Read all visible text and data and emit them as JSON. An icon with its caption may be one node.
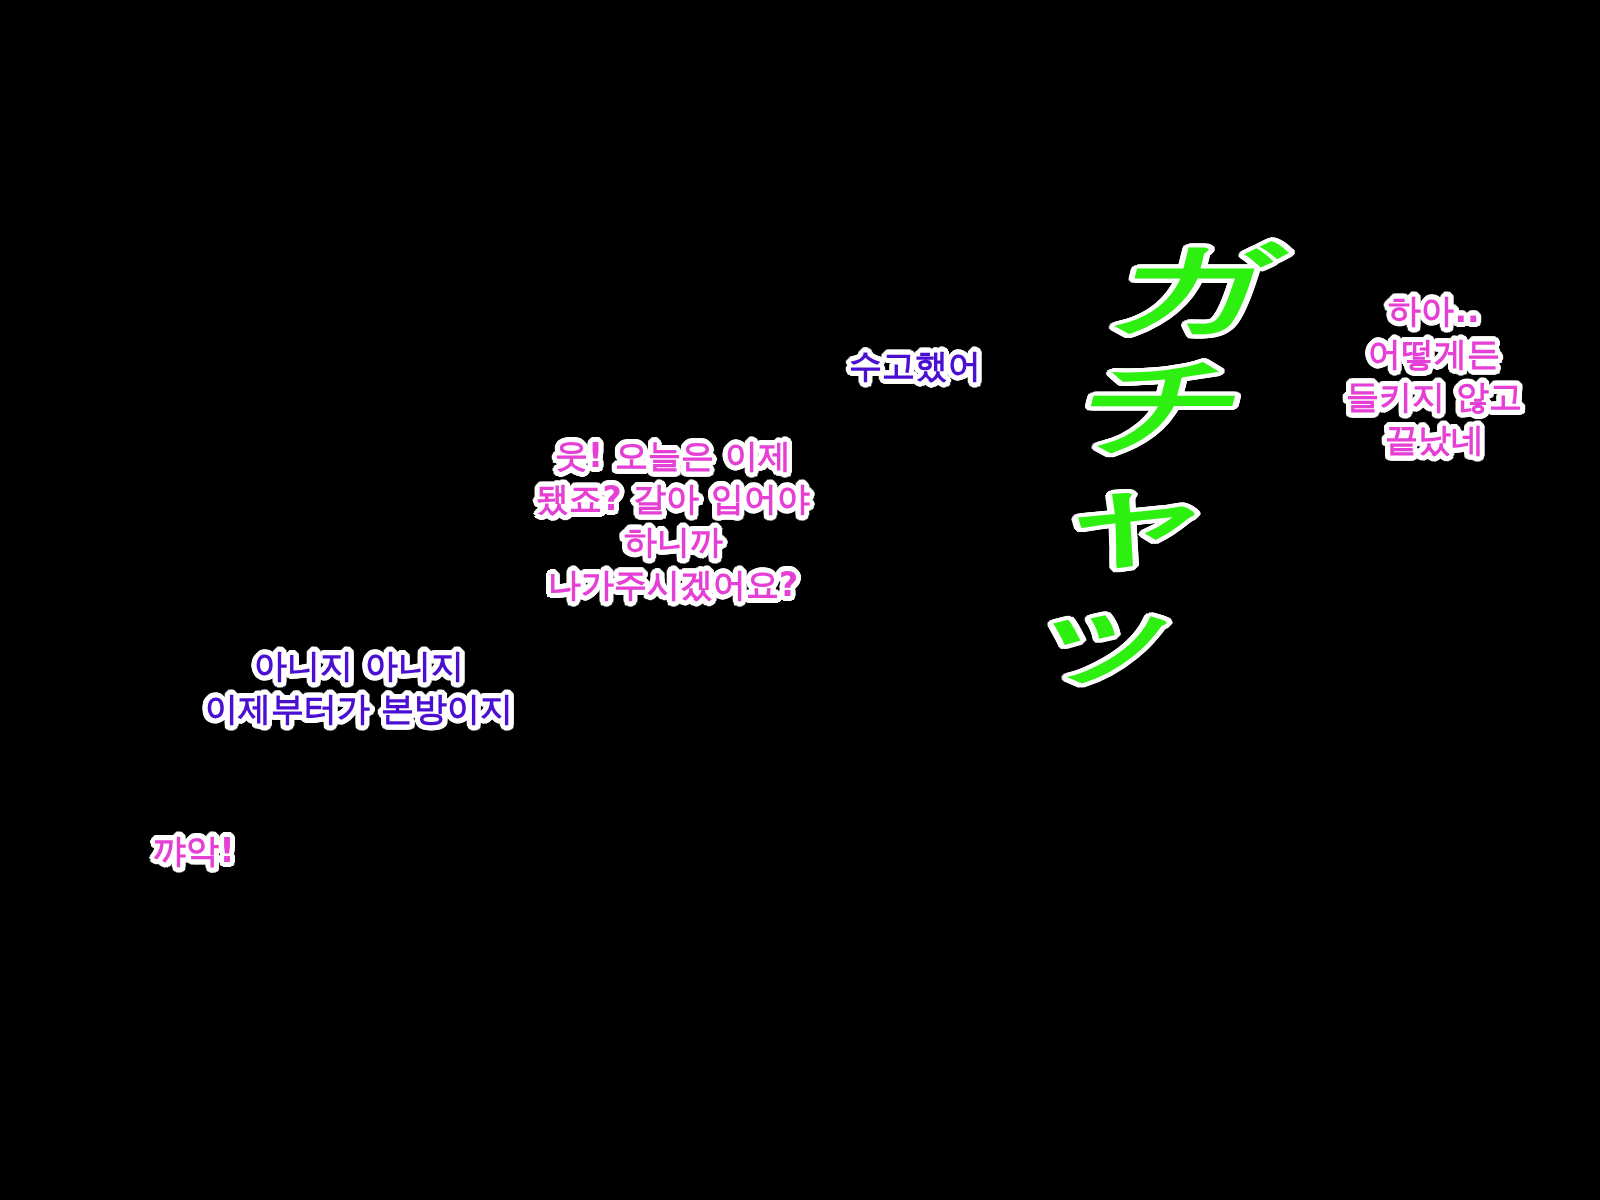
{
  "diagram": {
    "labels": [
      "ガチャッ",
      "하아.. 어떻게든 들키지 않고 끝났네",
      "수고했어",
      "웃! 오늘은 이제 됐죠? 갈아 입어야 하니까 나가주시겠어요?",
      "아니지 아니지 이제부터가 본방이지",
      "꺄악!"
    ]
  }
}
